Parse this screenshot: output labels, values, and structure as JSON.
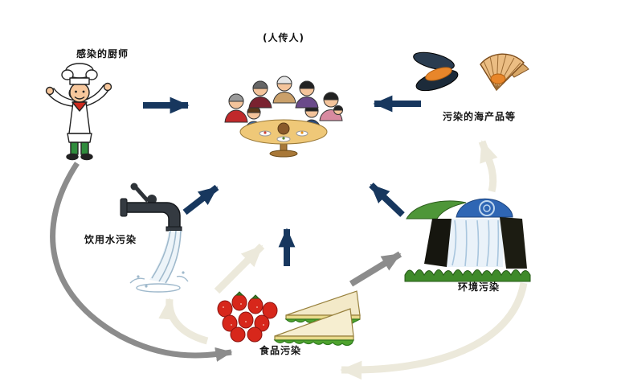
{
  "diagram": {
    "title": "(人传人)",
    "nodes": {
      "chef": {
        "label": "感染的厨师",
        "illustration": "infected-chef"
      },
      "family": {
        "illustration": "family-dinner-table"
      },
      "seafood": {
        "label": "污染的海产品等",
        "illustration": "contaminated-shellfish"
      },
      "water": {
        "label": "饮用水污染",
        "illustration": "running-faucet"
      },
      "environment": {
        "label": "环境污染",
        "illustration": "waterfall-environment"
      },
      "food": {
        "label": "食品污染",
        "illustration": "strawberries-and-sandwiches"
      }
    },
    "colors": {
      "arrow_primary": "#17375E",
      "arrow_secondary": "#8C8C8C",
      "arrow_faint": "#ECE9DB"
    }
  }
}
